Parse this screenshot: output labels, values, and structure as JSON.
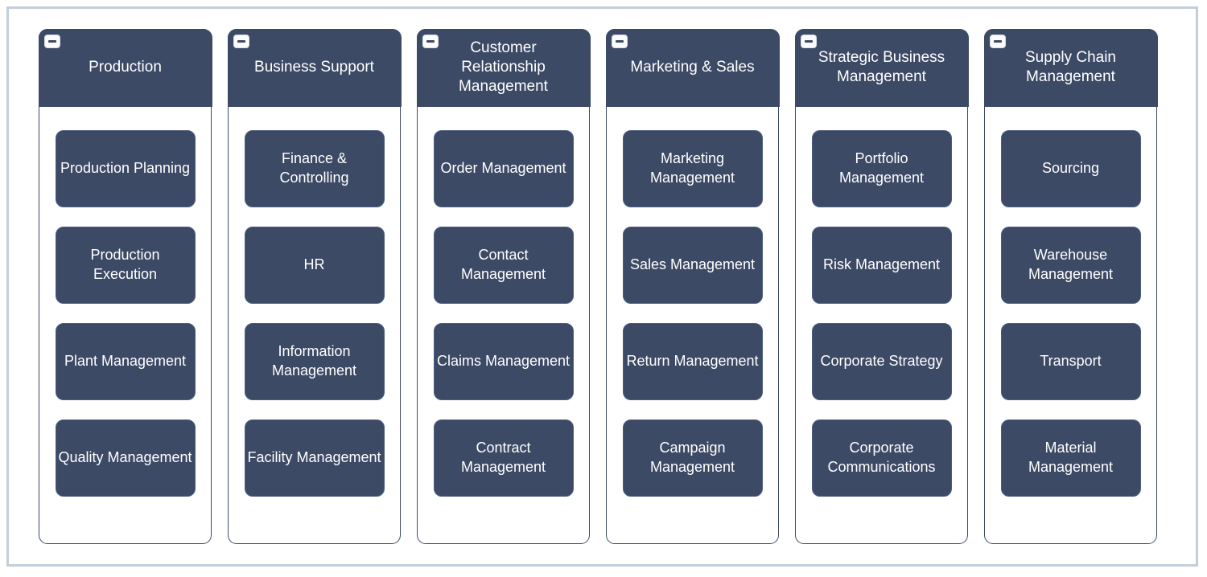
{
  "palette": {
    "box_fill": "#3d4a66",
    "box_border": "#4c5d81",
    "box_text": "#ffffff",
    "frame_border": "#c3ced8",
    "background": "#ffffff"
  },
  "icons": {
    "collapse": "minus-icon"
  },
  "columns": [
    {
      "title": "Production",
      "children": [
        "Production Planning",
        "Production Execution",
        "Plant Management",
        "Quality Management"
      ]
    },
    {
      "title": "Business Support",
      "children": [
        "Finance & Controlling",
        "HR",
        "Information Management",
        "Facility Management"
      ]
    },
    {
      "title": "Customer Relationship Management",
      "children": [
        "Order Management",
        "Contact Management",
        "Claims Management",
        "Contract Management"
      ]
    },
    {
      "title": "Marketing & Sales",
      "children": [
        "Marketing Management",
        "Sales Management",
        "Return Management",
        "Campaign Management"
      ]
    },
    {
      "title": "Strategic Business Management",
      "children": [
        "Portfolio Management",
        "Risk Management",
        "Corporate Strategy",
        "Corporate Communications"
      ]
    },
    {
      "title": "Supply Chain Management",
      "children": [
        "Sourcing",
        "Warehouse Management",
        "Transport",
        "Material Management"
      ]
    }
  ]
}
